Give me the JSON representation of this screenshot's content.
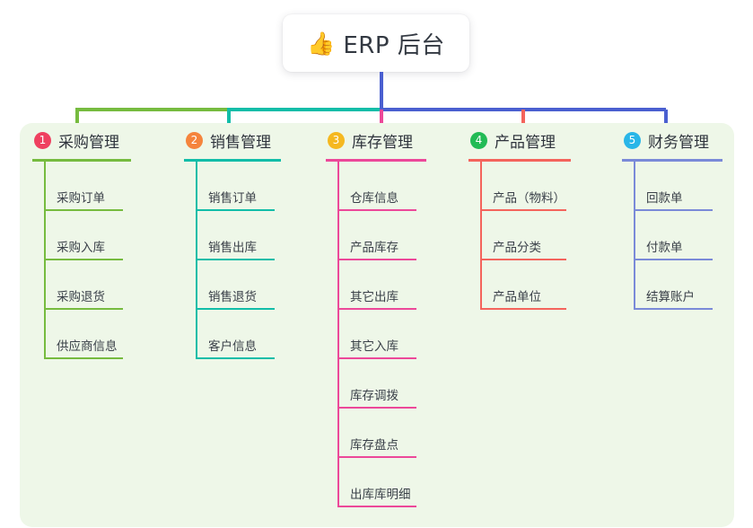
{
  "title": {
    "emoji": "👍",
    "emoji_name": "thumbs-up-emoji",
    "text": "ERP 后台"
  },
  "theme": {
    "page_background": "#ffffff",
    "panel_background": "#eef7e8",
    "card_background": "#ffffff",
    "title_text_color": "#333942",
    "trunk_color": "#4a5fd0"
  },
  "columns": [
    {
      "number": "1",
      "title": "采购管理",
      "badge_color": "#ef4060",
      "line_color": "#76bb3f",
      "items": [
        "采购订单",
        "采购入库",
        "采购退货",
        "供应商信息"
      ]
    },
    {
      "number": "2",
      "title": "销售管理",
      "badge_color": "#f5843c",
      "line_color": "#11bda8",
      "items": [
        "销售订单",
        "销售出库",
        "销售退货",
        "客户信息"
      ]
    },
    {
      "number": "3",
      "title": "库存管理",
      "badge_color": "#f5b820",
      "line_color": "#ec4899",
      "items": [
        "仓库信息",
        "产品库存",
        "其它出库",
        "其它入库",
        "库存调拨",
        "库存盘点",
        "出库库明细"
      ]
    },
    {
      "number": "4",
      "title": "产品管理",
      "badge_color": "#22bb55",
      "line_color": "#f4645c",
      "items": [
        "产品（物料）",
        "产品分类",
        "产品单位"
      ]
    },
    {
      "number": "5",
      "title": "财务管理",
      "badge_color": "#29b6e8",
      "line_color": "#7a8ad8",
      "items": [
        "回款单",
        "付款单",
        "结算账户"
      ]
    }
  ]
}
